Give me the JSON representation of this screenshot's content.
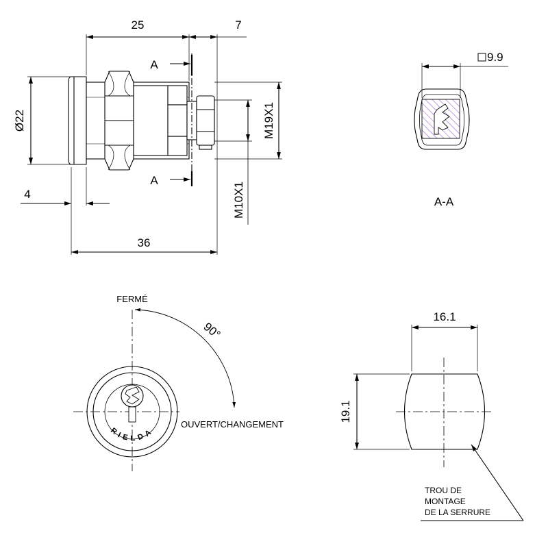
{
  "side_view": {
    "dim_total_width": "25",
    "dim_cam_offset": "7",
    "dim_diameter": "Ø22",
    "dim_flange": "4",
    "dim_length": "36",
    "thread_main": "M19X1",
    "thread_cam": "M10X1",
    "section_mark_top": "A",
    "section_mark_bottom": "A"
  },
  "section_view": {
    "square_dim": "9.9",
    "section_title": "A-A"
  },
  "front_view": {
    "closed_label": "FERMÉ",
    "angle_label": "90°",
    "open_label": "OUVERT/CHANGEMENT",
    "brand_text": "RIELDA"
  },
  "cutout_view": {
    "width_dim": "16.1",
    "height_dim": "19.1",
    "note_lines": [
      "TROU DE",
      "MONTAGE",
      "DE LA SERRURE"
    ]
  },
  "colors": {
    "line": "#000000",
    "hatch": "#9b5fd0"
  }
}
